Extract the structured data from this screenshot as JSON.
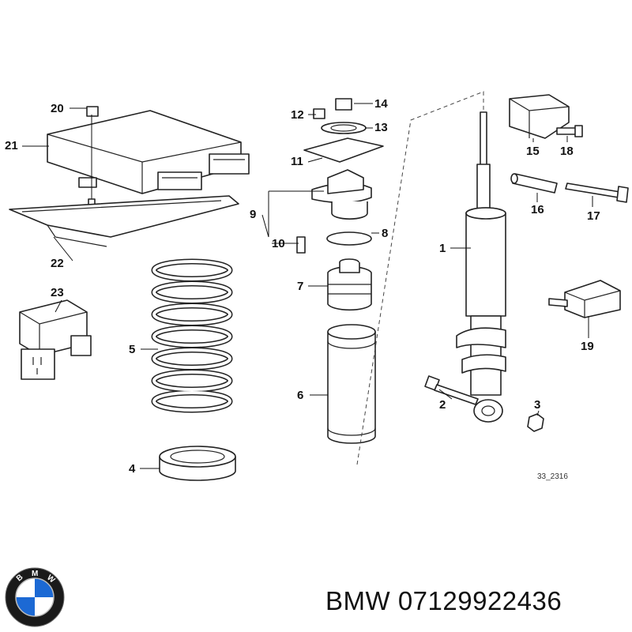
{
  "diagram": {
    "reference_code": "33_2316",
    "callouts": [
      "1",
      "2",
      "3",
      "4",
      "5",
      "6",
      "7",
      "8",
      "9",
      "10",
      "11",
      "12",
      "13",
      "14",
      "15",
      "16",
      "17",
      "18",
      "19",
      "20",
      "21",
      "22",
      "23"
    ]
  },
  "footer": {
    "brand": "BMW",
    "part_number": "07129922436",
    "logo_text": "BMW",
    "logo_colors": {
      "blue": "#1c69d4",
      "white": "#ffffff",
      "ring": "#1a1a1a"
    }
  }
}
